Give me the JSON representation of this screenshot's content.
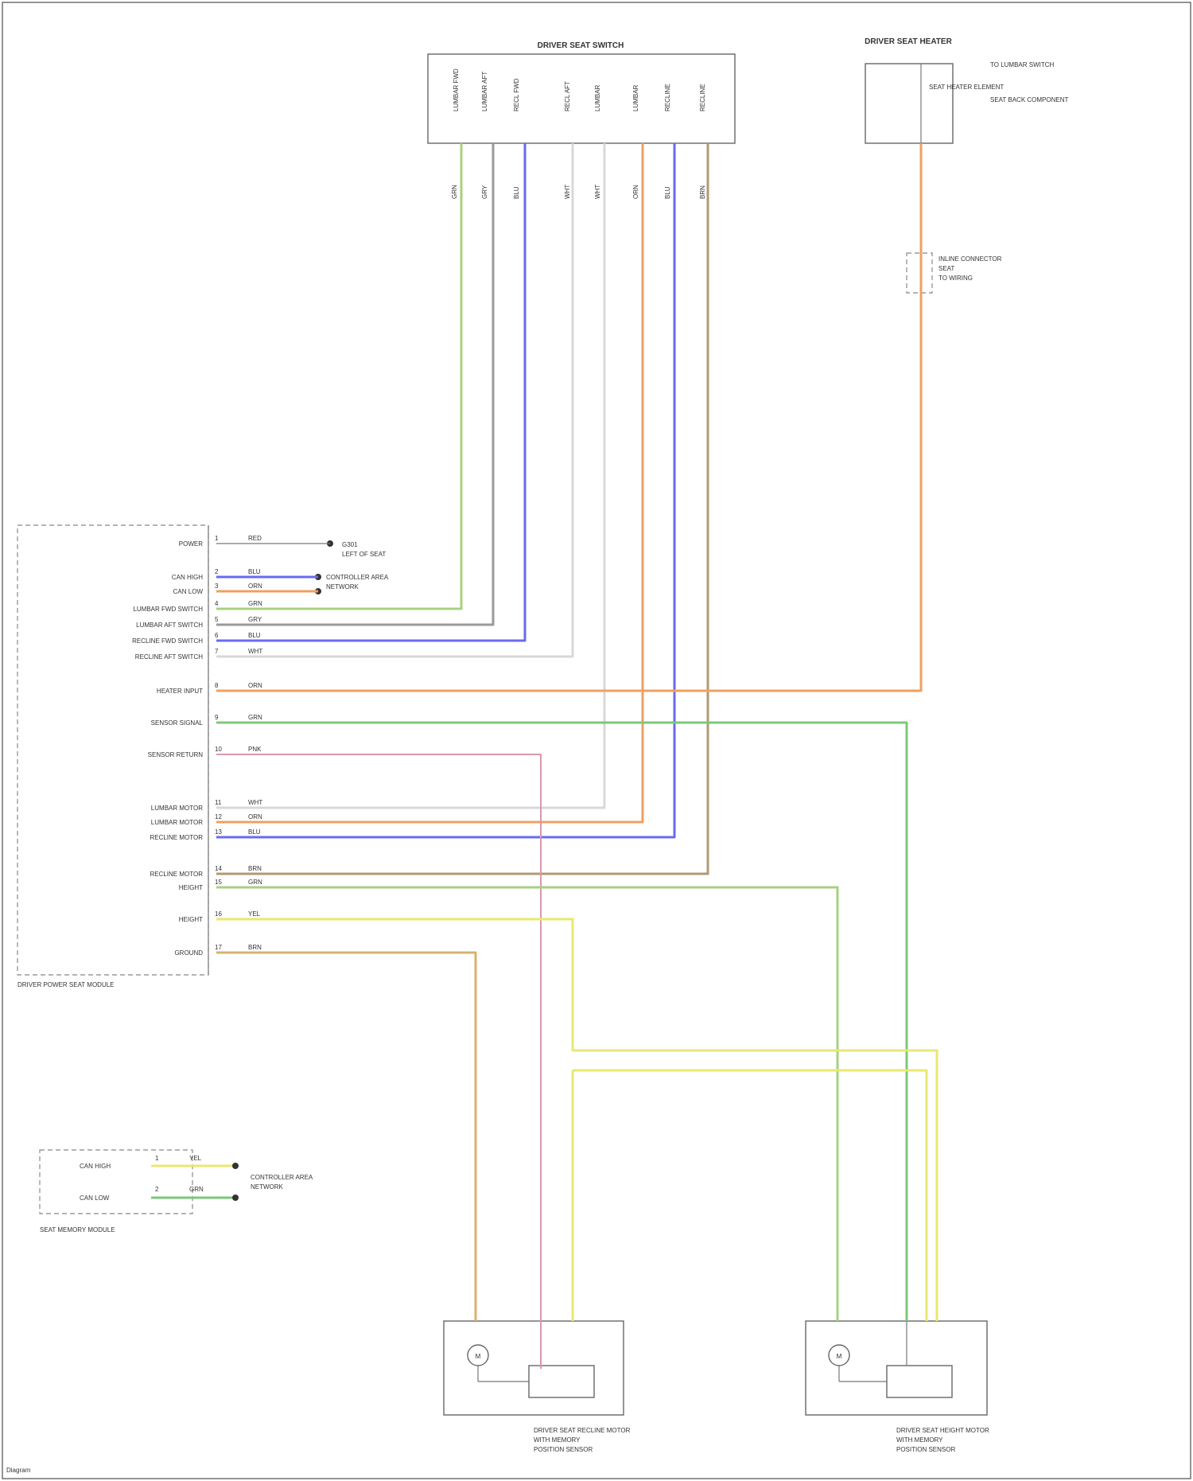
{
  "modules": {
    "seat_switch_title": "DRIVER SEAT SWITCH",
    "seat_heater_title": "DRIVER SEAT HEATER",
    "seat_heater_notes": [
      "TO LUMBAR SWITCH",
      "SEAT BACK COMPONENT"
    ],
    "heater_element": "SEAT HEATER ELEMENT",
    "junction_lines": [
      "INLINE CONNECTOR",
      "SEAT",
      "TO WIRING"
    ],
    "driver_module_title": "DRIVER POWER SEAT MODULE",
    "lower_module_title": "SEAT MEMORY MODULE",
    "ground_note": "G301",
    "ground_note_line2": "LEFT OF SEAT",
    "power_note": "CONTROLLER AREA",
    "power_note_line2": "NETWORK",
    "lower_power_note": "CONTROLLER AREA",
    "lower_power_note_line2": "NETWORK",
    "motor_left_title": "DRIVER SEAT RECLINE MOTOR",
    "motor_left_sub": "WITH MEMORY",
    "motor_left_sub2": "POSITION SENSOR",
    "motor_right_title": "DRIVER SEAT HEIGHT MOTOR",
    "motor_right_sub": "WITH MEMORY",
    "motor_right_sub2": "POSITION SENSOR",
    "footer": "Diagram"
  },
  "module_pins": [
    {
      "label": "POWER",
      "pin": "1",
      "wire": "RED"
    },
    {
      "label": "CAN HIGH",
      "pin": "2",
      "wire": "BLU"
    },
    {
      "label": "CAN LOW",
      "pin": "3",
      "wire": "ORN"
    },
    {
      "label": "LUMBAR FWD SWITCH",
      "pin": "4",
      "wire": "GRN"
    },
    {
      "label": "LUMBAR AFT SWITCH",
      "pin": "5",
      "wire": "GRY"
    },
    {
      "label": "RECLINE FWD SWITCH",
      "pin": "6",
      "wire": "BLU"
    },
    {
      "label": "RECLINE AFT SWITCH",
      "pin": "7",
      "wire": "WHT"
    },
    {
      "label": "HEATER INPUT",
      "pin": "8",
      "wire": "ORN"
    },
    {
      "label": "SENSOR SIGNAL",
      "pin": "9",
      "wire": "GRN"
    },
    {
      "label": "SENSOR RETURN",
      "pin": "10",
      "wire": "PNK"
    },
    {
      "label": "LUMBAR MOTOR",
      "pin": "11",
      "wire": "WHT"
    },
    {
      "label": "LUMBAR MOTOR",
      "pin": "12",
      "wire": "ORN"
    },
    {
      "label": "RECLINE MOTOR",
      "pin": "13",
      "wire": "BLU"
    },
    {
      "label": "RECLINE MOTOR",
      "pin": "14",
      "wire": "BRN"
    },
    {
      "label": "HEIGHT",
      "pin": "15",
      "wire": "GRN"
    },
    {
      "label": "HEIGHT",
      "pin": "16",
      "wire": "YEL"
    },
    {
      "label": "GROUND",
      "pin": "17",
      "wire": "BRN"
    }
  ],
  "lower_pins": [
    {
      "label": "CAN HIGH",
      "pin": "1",
      "wire": "YEL"
    },
    {
      "label": "CAN LOW",
      "pin": "2",
      "wire": "GRN"
    }
  ],
  "switch_pin_wires": [
    "GRN",
    "GRY",
    "BLU",
    "WHT",
    "WHT",
    "ORN",
    "BLU",
    "BRN"
  ],
  "colors": {
    "green": "#a8d080",
    "gray": "#9a9a9a",
    "blue": "#6a6af0",
    "white": "#d8d8d8",
    "orange": "#f0a060",
    "green2": "#7ac87a",
    "pink": "#d89aa8",
    "brown": "#b09a70",
    "yellow": "#e8e870"
  }
}
